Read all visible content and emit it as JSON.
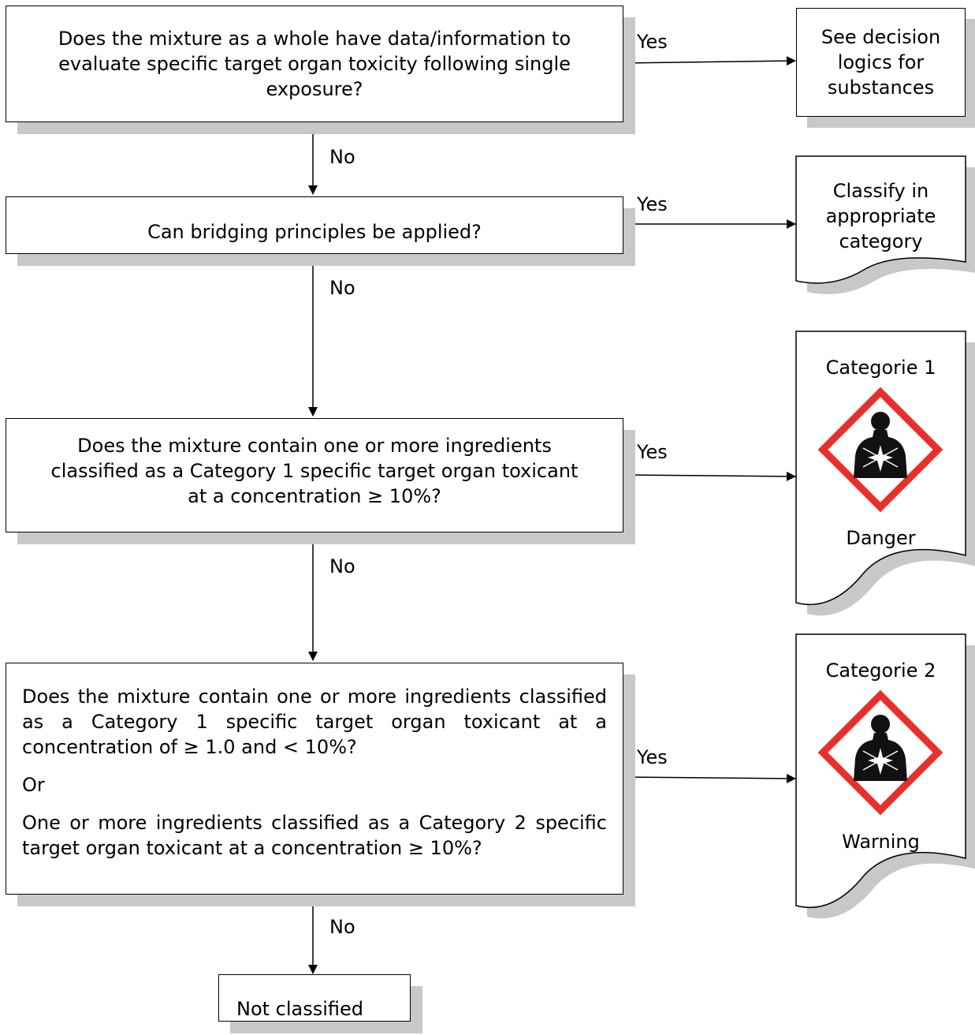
{
  "questions": {
    "q1": "Does the mixture as a whole have data/information to evaluate specific target organ toxicity following single exposure?",
    "q2": "Can bridging principles be applied?",
    "q3": "Does the mixture contain one or more ingredients classified as a Category 1 specific target organ toxicant at a concentration ≥ 10%?",
    "q4_part1": "Does the mixture contain one or more ingredients classified as a Category 1 specific target organ toxicant at a concentration of ≥ 1.0 and < 10%?",
    "q4_or": "Or",
    "q4_part2": "One or more ingredients classified as a Category 2 specific target organ toxicant at a concentration ≥ 10%?"
  },
  "outcomes": {
    "substances": "See decision logics for substances",
    "classify": "Classify in appropriate category",
    "cat1_title": "Categorie 1",
    "cat1_signal": "Danger",
    "cat2_title": "Categorie 2",
    "cat2_signal": "Warning",
    "not_classified": "Not classified"
  },
  "labels": {
    "yes": "Yes",
    "no": "No"
  },
  "icons": {
    "cat1_pictogram": "health-hazard-pictogram",
    "cat2_pictogram": "health-hazard-pictogram"
  },
  "colors": {
    "pictogram_border": "#e8302a",
    "shadow": "#c8c8c8"
  }
}
